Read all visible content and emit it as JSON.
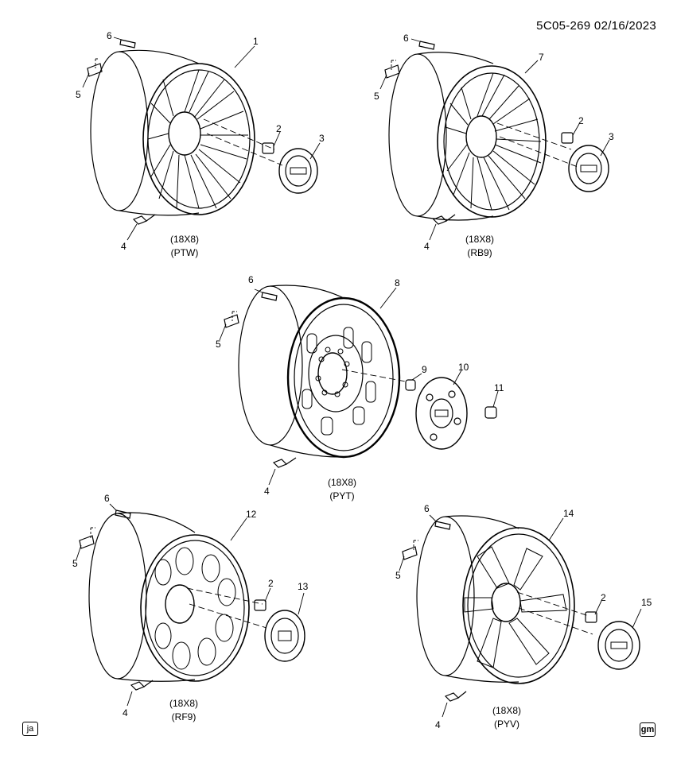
{
  "ref": "5C05-269  02/16/2023",
  "callouts": {
    "w1": {
      "n1": "1",
      "n2": "2",
      "n3": "3",
      "n4": "4",
      "n5": "5",
      "n6": "6"
    },
    "w2": {
      "n7": "7",
      "n2": "2",
      "n3": "3",
      "n4": "4",
      "n5": "5",
      "n6": "6"
    },
    "w3": {
      "n8": "8",
      "n9": "9",
      "n10": "10",
      "n11": "11",
      "n4": "4",
      "n5": "5",
      "n6": "6"
    },
    "w4": {
      "n12": "12",
      "n2": "2",
      "n13": "13",
      "n4": "4",
      "n5": "5",
      "n6": "6"
    },
    "w5": {
      "n14": "14",
      "n2": "2",
      "n15": "15",
      "n4": "4",
      "n5": "5",
      "n6": "6"
    }
  },
  "captions": {
    "w1": {
      "size": "(18X8)",
      "code": "(PTW)"
    },
    "w2": {
      "size": "(18X8)",
      "code": "(RB9)"
    },
    "w3": {
      "size": "(18X8)",
      "code": "(PYT)"
    },
    "w4": {
      "size": "(18X8)",
      "code": "(RF9)"
    },
    "w5": {
      "size": "(18X8)",
      "code": "(PYV)"
    }
  },
  "stamps": {
    "left": "ja",
    "right": "gm"
  }
}
